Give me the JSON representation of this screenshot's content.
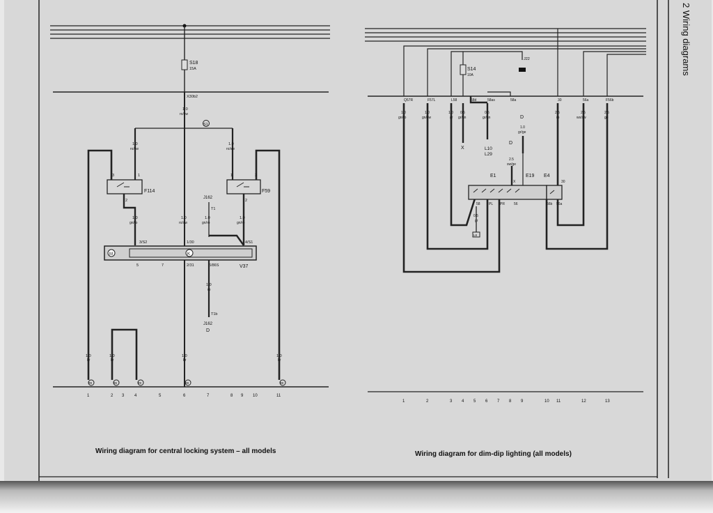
{
  "header": {
    "title": "2 Wiring diagrams"
  },
  "left_diagram": {
    "caption": "Wiring diagram for central locking system – all models",
    "labels": {
      "fuse_name": "S18",
      "fuse_rating": "15A",
      "connector_top": "X30b2",
      "wire_top": "1.0",
      "wire_top_color": "ro/sw",
      "splice": "S1",
      "wire_left": "1.0",
      "wire_left_color": "ro/sw",
      "wire_right": "1.0",
      "wire_right_color": "ro/sw",
      "switch_left": "F114",
      "switch_right": "F59",
      "t1": "T1",
      "j_top": "J162",
      "wire_mid_left": "1.0",
      "wire_mid_left_color": "gn/ro",
      "wire_mid_center": "1.0",
      "wire_mid_center_color": "ro/sw",
      "wire_mid_t1": "1.0",
      "wire_mid_t1_color": "gn/ro",
      "wire_mid_right": "1.0",
      "wire_mid_right_color": "gn/ro",
      "pin_3_s2": "3/S2",
      "pin_1_30": "1/30",
      "pin_4_s1": "4/S1",
      "pin_5": "5",
      "pin_7": "7",
      "pin_2_31": "2/31",
      "pin_6_86s": "6/86S",
      "unit": "V37",
      "wire_lower": "1.0",
      "wire_lower_color": "ro",
      "t1b": "T1b",
      "j_bottom": "J162",
      "d_letter": "D",
      "wire_bottom_1": "1.0",
      "wire_bottom_2": "1.0",
      "wire_bottom_3": "1.0",
      "wire_bottom_4": "1.0",
      "wire_bottom_color": "br",
      "earth_1": "99",
      "earth_2": "96",
      "earth_3": "99",
      "earth_4": "98",
      "earth_5": "98",
      "pin1": "1",
      "pin_dash_1": "1",
      "pin_dash_2": "2"
    },
    "grid": [
      "1",
      "2",
      "3",
      "4",
      "5",
      "6",
      "7",
      "8",
      "9",
      "10",
      "11"
    ]
  },
  "right_diagram": {
    "caption": "Wiring diagram for dim-dip lighting (all models)",
    "labels": {
      "fuse_name": "S14",
      "fuse_rating": "10A",
      "j22": "J22",
      "conn_1": "Q57R",
      "conn_2": "F57L",
      "conn_3": "L58",
      "conn_4": "58d",
      "conn_5": "58as",
      "conn_6": "58a",
      "conn_7": "30",
      "conn_8": "56a",
      "conn_9": "F56b",
      "w1": "1.0",
      "w1c": "gn/ro",
      "w2": "1.0",
      "w2c": "gn/sw",
      "w3": "1.0",
      "w3c": "gr",
      "w4": "0.5",
      "w4c": "gr/gn",
      "w5": "0.5",
      "w5c": "gr/gn",
      "w7": "2.5",
      "w7c": "ro",
      "w8": "2.5",
      "w8c": "ws/sw",
      "w9": "2.5",
      "w9c": "ge",
      "x_label": "X",
      "l10": "L10",
      "l29": "L29",
      "d1": "D",
      "d1w": "1.0",
      "d1c": "gr/ge",
      "d2": "D",
      "d2w": "2.5",
      "d2c": "sw/ge",
      "e1": "E1",
      "e19": "E19",
      "e4": "E4",
      "p_x": "X",
      "p_30": "30",
      "p_58": "58",
      "p_pl": "PL",
      "p_pr": "PR",
      "p_56": "56",
      "p_56b": "56b",
      "p_56a": "56a",
      "w_low": "0.5",
      "w_lowc": "gr",
      "terminal": "L8"
    },
    "grid": [
      "1",
      "2",
      "3",
      "4",
      "5",
      "6",
      "7",
      "8",
      "9",
      "10",
      "11",
      "12",
      "13"
    ]
  }
}
